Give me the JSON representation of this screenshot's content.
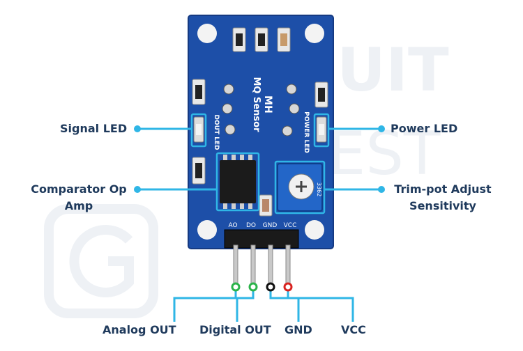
{
  "colors": {
    "accent": "#2fb6e6",
    "label": "#1f3a5c",
    "board": "#1d4fa8",
    "board_dark": "#153a82",
    "pot": "#2366c8",
    "pin_green": "#2bb34a",
    "pin_black": "#111111",
    "pin_red": "#d8231f",
    "watermark": "#eef1f5"
  },
  "board": {
    "silk_title": "MH",
    "silk_subtitle": "MQ Sensor",
    "dout_led": "DOUT LED",
    "power_led": "POWER LED",
    "header_pins": [
      "AO",
      "DO",
      "GND",
      "VCC"
    ],
    "pot_code": "3362"
  },
  "watermark": {
    "text_main": "CUIT",
    "text_sub": "EST"
  },
  "labels": {
    "signal_led": "Signal LED",
    "comparator_line1": "Comparator Op",
    "comparator_line2": "Amp",
    "power_led": "Power LED",
    "trimpot_line1": "Trim-pot Adjust",
    "trimpot_line2": "Sensitivity",
    "analog_out": "Analog OUT",
    "digital_out": "Digital OUT",
    "gnd": "GND",
    "vcc": "VCC"
  }
}
